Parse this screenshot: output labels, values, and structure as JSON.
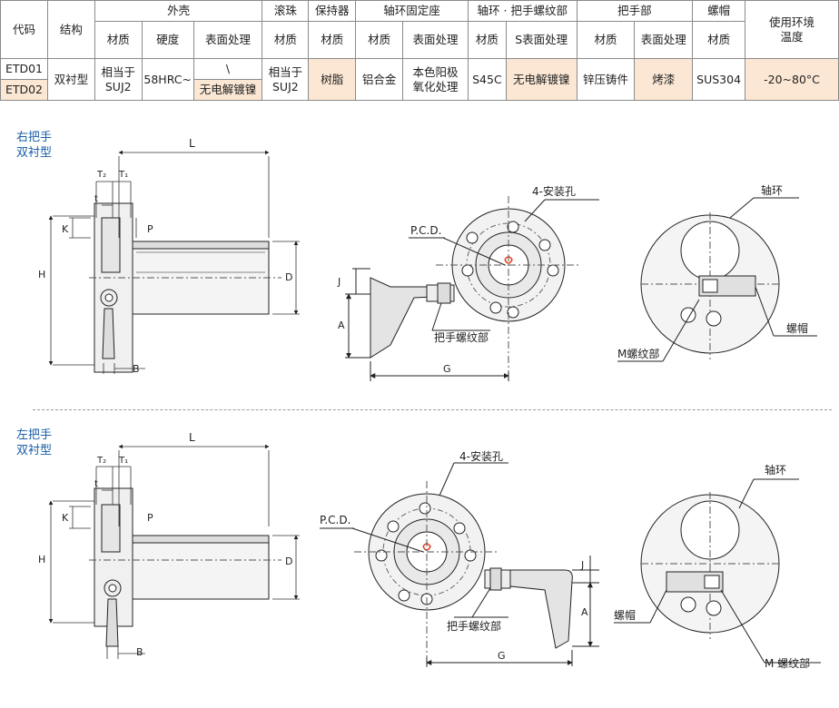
{
  "table": {
    "h_code": "代码",
    "h_structure": "结构",
    "h_housing": "外壳",
    "h_ball": "滚珠",
    "h_retainer": "保持器",
    "h_collar_seat": "轴环固定座",
    "h_collar_thread": "轴环 · 把手螺纹部",
    "h_handle": "把手部",
    "h_nut": "螺帽",
    "h_temp": "使用环境温度",
    "sub_material": "材质",
    "sub_hardness": "硬度",
    "sub_surface": "表面处理",
    "sub_s_surface": "S表面处理",
    "code1": "ETD01",
    "code2": "ETD02",
    "structure": "双衬型",
    "housing_material": "相当于SUJ2",
    "housing_hardness": "58HRC~",
    "housing_surface_1": "\\",
    "housing_surface_2": "无电解镀镍",
    "ball_material": "相当于SUJ2",
    "retainer_material": "树脂",
    "seat_material": "铝合金",
    "seat_surface": "本色阳极氧化处理",
    "thread_material": "S45C",
    "thread_surface": "无电解镀镍",
    "handle_material": "锌压铸件",
    "handle_surface": "烤漆",
    "nut_material": "SUS304",
    "temp": "-20~80°C"
  },
  "right_hand": {
    "label_line1": "右把手",
    "label_line2": "双衬型",
    "L": "L",
    "T2": "T₂",
    "T1": "T₁",
    "t": "t",
    "K": "K",
    "P": "P",
    "H": "H",
    "D": "D",
    "B": "B",
    "holes": "4-安装孔",
    "pcd": "P.C.D.",
    "J": "J",
    "A": "A",
    "G": "G",
    "handle_thread": "把手螺纹部",
    "collar": "轴环",
    "nut": "螺帽",
    "m_thread": "M螺纹部"
  },
  "left_hand": {
    "label_line1": "左把手",
    "label_line2": "双衬型",
    "L": "L",
    "T2": "T₂",
    "T1": "T₁",
    "t": "t",
    "K": "K",
    "P": "P",
    "H": "H",
    "D": "D",
    "B": "B",
    "holes": "4-安装孔",
    "pcd": "P.C.D.",
    "J": "J",
    "A": "A",
    "G": "G",
    "handle_thread": "把手螺纹部",
    "collar": "轴环",
    "nut": "螺帽",
    "m_thread": "M 螺纹部"
  }
}
